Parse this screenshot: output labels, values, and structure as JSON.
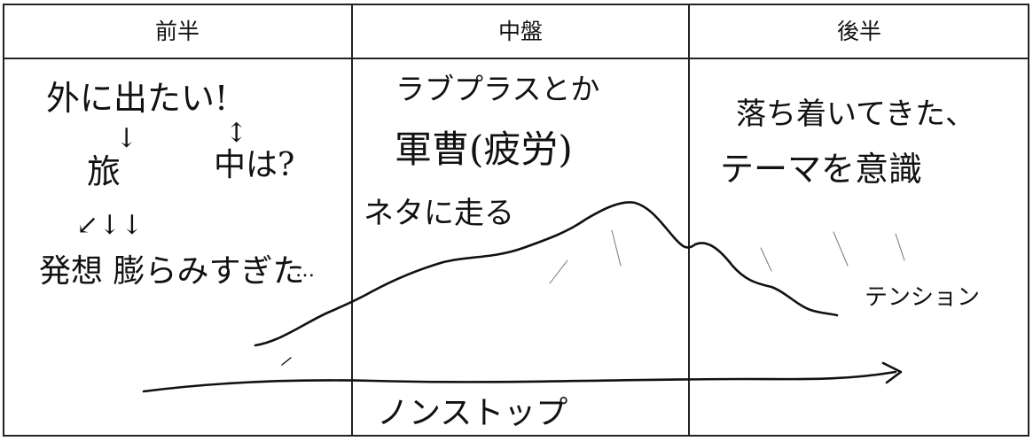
{
  "table": {
    "headers": [
      "前半",
      "中盤",
      "後半"
    ]
  },
  "notes": {
    "first_half": {
      "line1": "外に出たい!",
      "arrow_down": "↓",
      "travel": "旅",
      "arrow_up": "↕",
      "inside": "中は?",
      "arrows": "↙↓↓",
      "idea": "発想 膨らみすぎた",
      "dots": "…"
    },
    "middle": {
      "line1": "ラブプラスとか",
      "line2": "軍曹(疲労)",
      "line3": "ネタに走る"
    },
    "second_half": {
      "line1": "落ち着いてきた、",
      "line2": "テーマを意識",
      "tension": "テンション"
    },
    "timeline": "ノンストップ"
  }
}
